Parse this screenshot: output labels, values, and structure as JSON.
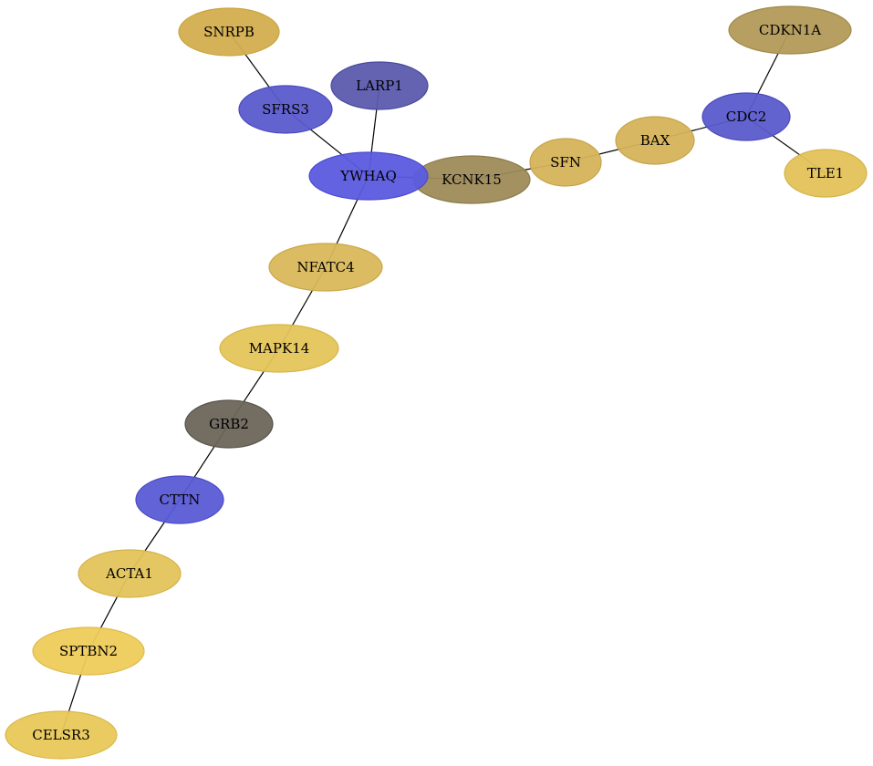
{
  "nodes": [
    {
      "id": "SNRPB",
      "label": "SNRPB",
      "fill": "#D3AE4E",
      "stroke": "#C9A43C"
    },
    {
      "id": "CDKN1A",
      "label": "CDKN1A",
      "fill": "#B39A5A",
      "stroke": "#A08A48"
    },
    {
      "id": "LARP1",
      "label": "LARP1",
      "fill": "#5B5BAE",
      "stroke": "#4A4A9E"
    },
    {
      "id": "SFRS3",
      "label": "SFRS3",
      "fill": "#5B5BCE",
      "stroke": "#4A4ABE"
    },
    {
      "id": "CDC2",
      "label": "CDC2",
      "fill": "#5B5BCC",
      "stroke": "#4A4ABC"
    },
    {
      "id": "BAX",
      "label": "BAX",
      "fill": "#D6B35A",
      "stroke": "#C7A44A"
    },
    {
      "id": "TLE1",
      "label": "TLE1",
      "fill": "#E3C25A",
      "stroke": "#D4B34A"
    },
    {
      "id": "SFN",
      "label": "SFN",
      "fill": "#D6B35A",
      "stroke": "#C7A44A"
    },
    {
      "id": "YWHAQ",
      "label": "YWHAQ",
      "fill": "#5B5BE0",
      "stroke": "#4A4AD0"
    },
    {
      "id": "KCNK15",
      "label": "KCNK15",
      "fill": "#9E8B5A",
      "stroke": "#8C7A4A"
    },
    {
      "id": "NFATC4",
      "label": "NFATC4",
      "fill": "#D9B85A",
      "stroke": "#CAA84A"
    },
    {
      "id": "MAPK14",
      "label": "MAPK14",
      "fill": "#E5C55A",
      "stroke": "#D6B54A"
    },
    {
      "id": "GRB2",
      "label": "GRB2",
      "fill": "#6B655A",
      "stroke": "#57524A"
    },
    {
      "id": "CTTN",
      "label": "CTTN",
      "fill": "#5B5BD6",
      "stroke": "#4A4AC6"
    },
    {
      "id": "ACTA1",
      "label": "ACTA1",
      "fill": "#E3C35A",
      "stroke": "#D4B34A"
    },
    {
      "id": "SPTBN2",
      "label": "SPTBN2",
      "fill": "#EECB5A",
      "stroke": "#DFBB4A"
    },
    {
      "id": "CELSR3",
      "label": "CELSR3",
      "fill": "#E8C85A",
      "stroke": "#D9B84A"
    }
  ],
  "edges": [
    {
      "source": "SNRPB",
      "target": "SFRS3"
    },
    {
      "source": "SFRS3",
      "target": "YWHAQ"
    },
    {
      "source": "LARP1",
      "target": "YWHAQ"
    },
    {
      "source": "YWHAQ",
      "target": "KCNK15"
    },
    {
      "source": "KCNK15",
      "target": "SFN"
    },
    {
      "source": "SFN",
      "target": "BAX"
    },
    {
      "source": "BAX",
      "target": "CDC2"
    },
    {
      "source": "CDKN1A",
      "target": "CDC2"
    },
    {
      "source": "CDC2",
      "target": "TLE1"
    },
    {
      "source": "YWHAQ",
      "target": "NFATC4"
    },
    {
      "source": "NFATC4",
      "target": "MAPK14"
    },
    {
      "source": "MAPK14",
      "target": "GRB2"
    },
    {
      "source": "GRB2",
      "target": "CTTN"
    },
    {
      "source": "CTTN",
      "target": "ACTA1"
    },
    {
      "source": "ACTA1",
      "target": "SPTBN2"
    },
    {
      "source": "SPTBN2",
      "target": "CELSR3"
    }
  ]
}
